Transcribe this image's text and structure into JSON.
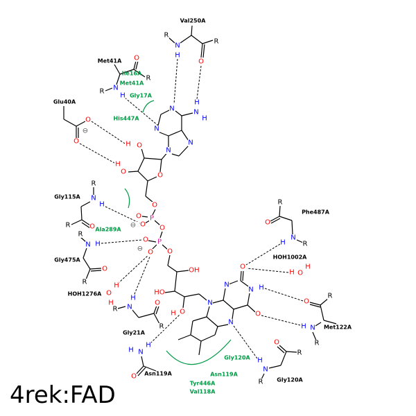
{
  "title": "4rek:FAD",
  "colors": {
    "N": "#0000ff",
    "O": "#ff0000",
    "P": "#d4209a",
    "C": "#000000",
    "hydrophobic": "#009944",
    "charge": "#555555"
  },
  "symbols": {
    "N": "N",
    "O": "O",
    "H": "H",
    "R": "R",
    "P": "P",
    "OH": "OH",
    "HO": "HO",
    "charge": "⊖"
  },
  "residues": [
    {
      "label": "Val250A",
      "type": "hbond"
    },
    {
      "label": "Met41A",
      "type": "hbond"
    },
    {
      "label": "Glu40A",
      "type": "hbond"
    },
    {
      "label": "Gly115A",
      "type": "hbond"
    },
    {
      "label": "Gly475A",
      "type": "hbond"
    },
    {
      "label": "HOH1276A",
      "type": "water"
    },
    {
      "label": "Gly21A",
      "type": "hbond"
    },
    {
      "label": "Asn119A",
      "type": "hbond"
    },
    {
      "label": "Phe487A",
      "type": "hbond"
    },
    {
      "label": "HOH1002A",
      "type": "water"
    },
    {
      "label": "Met122A",
      "type": "hbond"
    },
    {
      "label": "Gly120A",
      "type": "hbond"
    }
  ],
  "hydrophobic": [
    {
      "label": "Ile16A"
    },
    {
      "label": "Met41A"
    },
    {
      "label": "Gly17A"
    },
    {
      "label": "His447A"
    },
    {
      "label": "Ala289A"
    },
    {
      "label": "Gly120A"
    },
    {
      "label": "Asn119A"
    },
    {
      "label": "Tyr446A"
    },
    {
      "label": "Val118A"
    }
  ]
}
